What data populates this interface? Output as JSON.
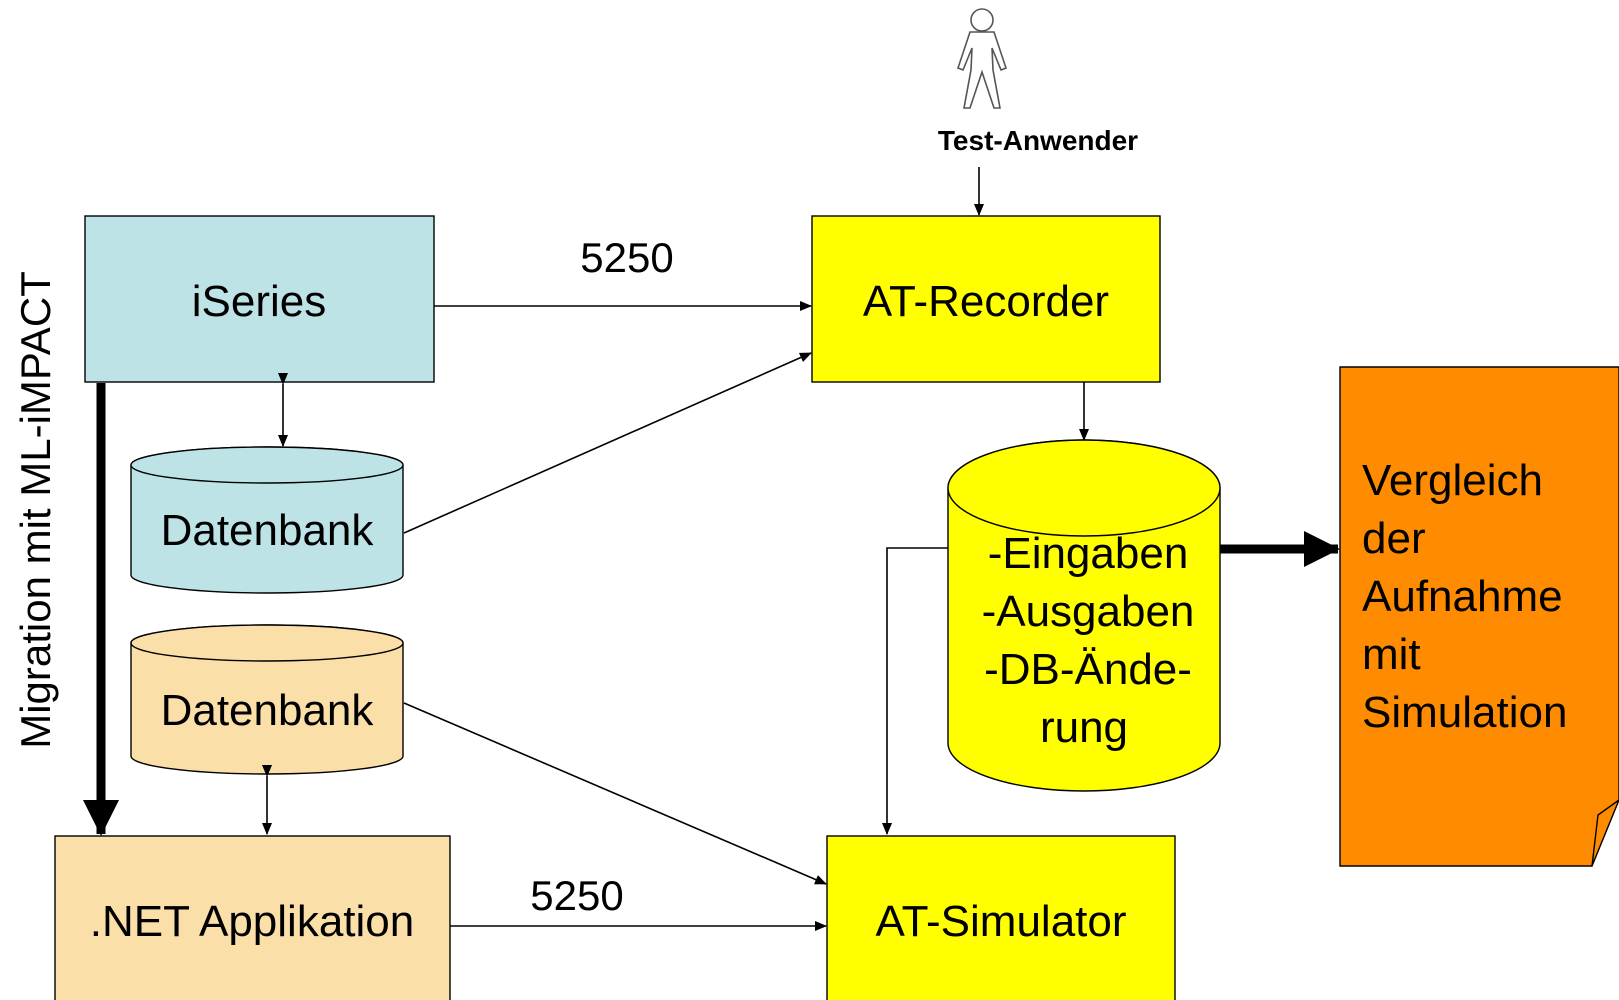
{
  "actor": {
    "label": "Test-Anwender",
    "icon": "person-icon"
  },
  "side_label": "Migration mit ML-iMPACT",
  "boxes": {
    "iseries": {
      "label": "iSeries",
      "color": "#bde3e6"
    },
    "recorder": {
      "label": "AT-Recorder",
      "color": "#ffff00"
    },
    "net_app": {
      "label": ".NET Applikation",
      "color": "#fadfa8"
    },
    "simulator": {
      "label": "AT-Simulator",
      "color": "#ffff00"
    }
  },
  "databases": {
    "db_iseries": {
      "label": "Datenbank",
      "color": "#bde3e6"
    },
    "db_net": {
      "label": "Datenbank",
      "color": "#fadfa8"
    },
    "db_recording": {
      "lines": [
        "-Eingaben",
        "-Ausgaben",
        "-DB-Ände-",
        "rung"
      ],
      "color": "#ffff00"
    }
  },
  "edges": {
    "iseries_recorder_port": "5250",
    "net_simulator_port": "5250"
  },
  "note": {
    "lines": [
      "Vergleich",
      "der",
      "Aufnahme",
      "mit",
      "Simulation"
    ],
    "color": "#ff8c00"
  }
}
